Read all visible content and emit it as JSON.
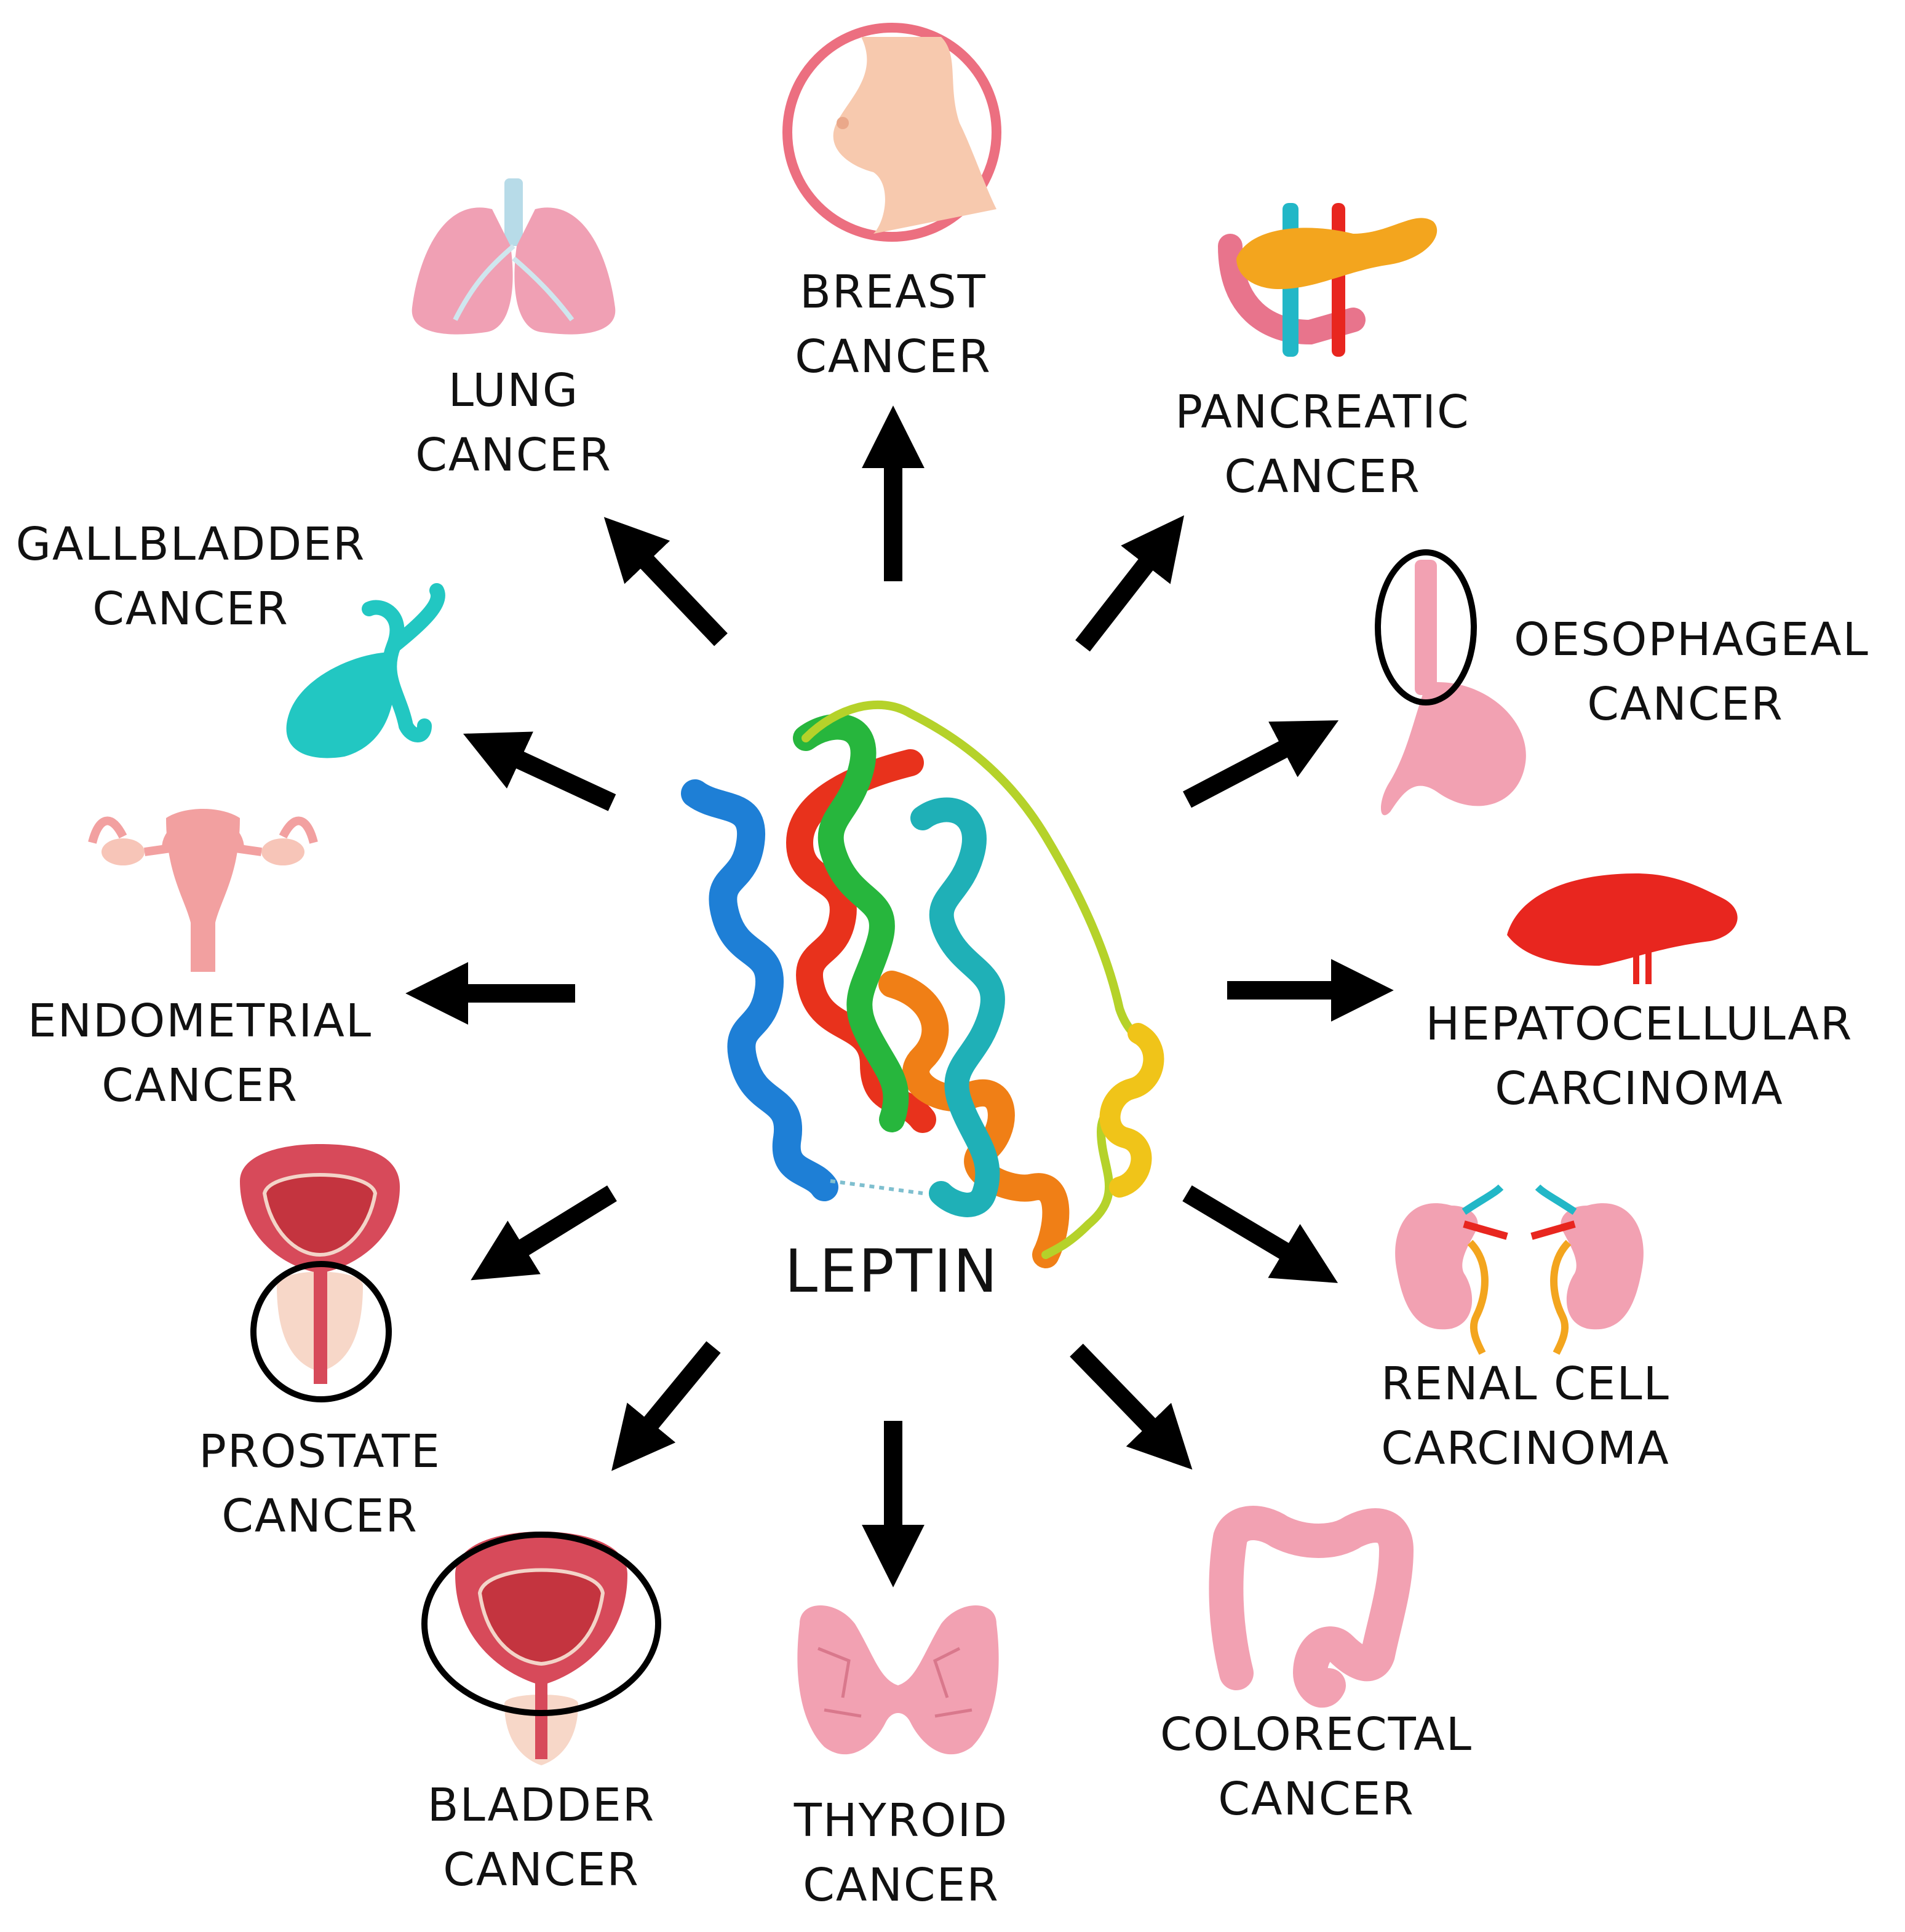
{
  "center": {
    "label": "LEPTIN"
  },
  "cancers": [
    {
      "id": "breast",
      "line1": "BREAST",
      "line2": "CANCER",
      "icon": "breast-icon"
    },
    {
      "id": "lung",
      "line1": "LUNG",
      "line2": "CANCER",
      "icon": "lungs-icon"
    },
    {
      "id": "pancreatic",
      "line1": "PANCREATIC",
      "line2": "CANCER",
      "icon": "pancreas-icon"
    },
    {
      "id": "gallbladder",
      "line1": "GALLBLADDER",
      "line2": "CANCER",
      "icon": "gallbladder-icon"
    },
    {
      "id": "oesophageal",
      "line1": "OESOPHAGEAL",
      "line2": "CANCER",
      "icon": "stomach-oesophagus-icon"
    },
    {
      "id": "endometrial",
      "line1": "ENDOMETRIAL",
      "line2": "CANCER",
      "icon": "uterus-icon"
    },
    {
      "id": "hepatocellular",
      "line1": "HEPATOCELLULAR",
      "line2": "CARCINOMA",
      "icon": "liver-icon"
    },
    {
      "id": "prostate",
      "line1": "PROSTATE",
      "line2": "CANCER",
      "icon": "prostate-icon"
    },
    {
      "id": "renal",
      "line1": "RENAL CELL",
      "line2": "CARCINOMA",
      "icon": "kidneys-icon"
    },
    {
      "id": "bladder",
      "line1": "BLADDER",
      "line2": "CANCER",
      "icon": "bladder-icon"
    },
    {
      "id": "thyroid",
      "line1": "THYROID",
      "line2": "CANCER",
      "icon": "thyroid-icon"
    },
    {
      "id": "colorectal",
      "line1": "COLORECTAL",
      "line2": "CANCER",
      "icon": "colon-icon"
    }
  ],
  "colors": {
    "arrow": "#000000",
    "breast_ring": "#ec6f80",
    "skin": "#f7c9ae",
    "organ_pink": "#f2a1b2",
    "gallbladder": "#22c7c2",
    "liver": "#e8261f",
    "pancreas": "#f3a51e",
    "bladder": "#c8384a"
  }
}
